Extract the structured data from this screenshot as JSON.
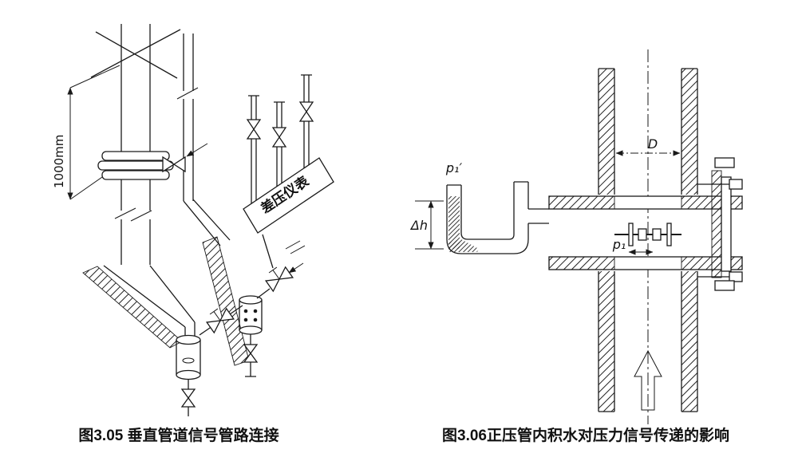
{
  "figures": {
    "left": {
      "dimension_label": "1000mm",
      "instrument_label": "差压仪表",
      "caption": "图3.05 垂直管道信号管路连接"
    },
    "right": {
      "pressure_top_label": "p₁′",
      "water_height_label": "Δh",
      "diameter_label": "D",
      "pressure_inner_label": "p₁",
      "caption": "图3.06正压管内积水对压力信号传递的影响"
    }
  }
}
